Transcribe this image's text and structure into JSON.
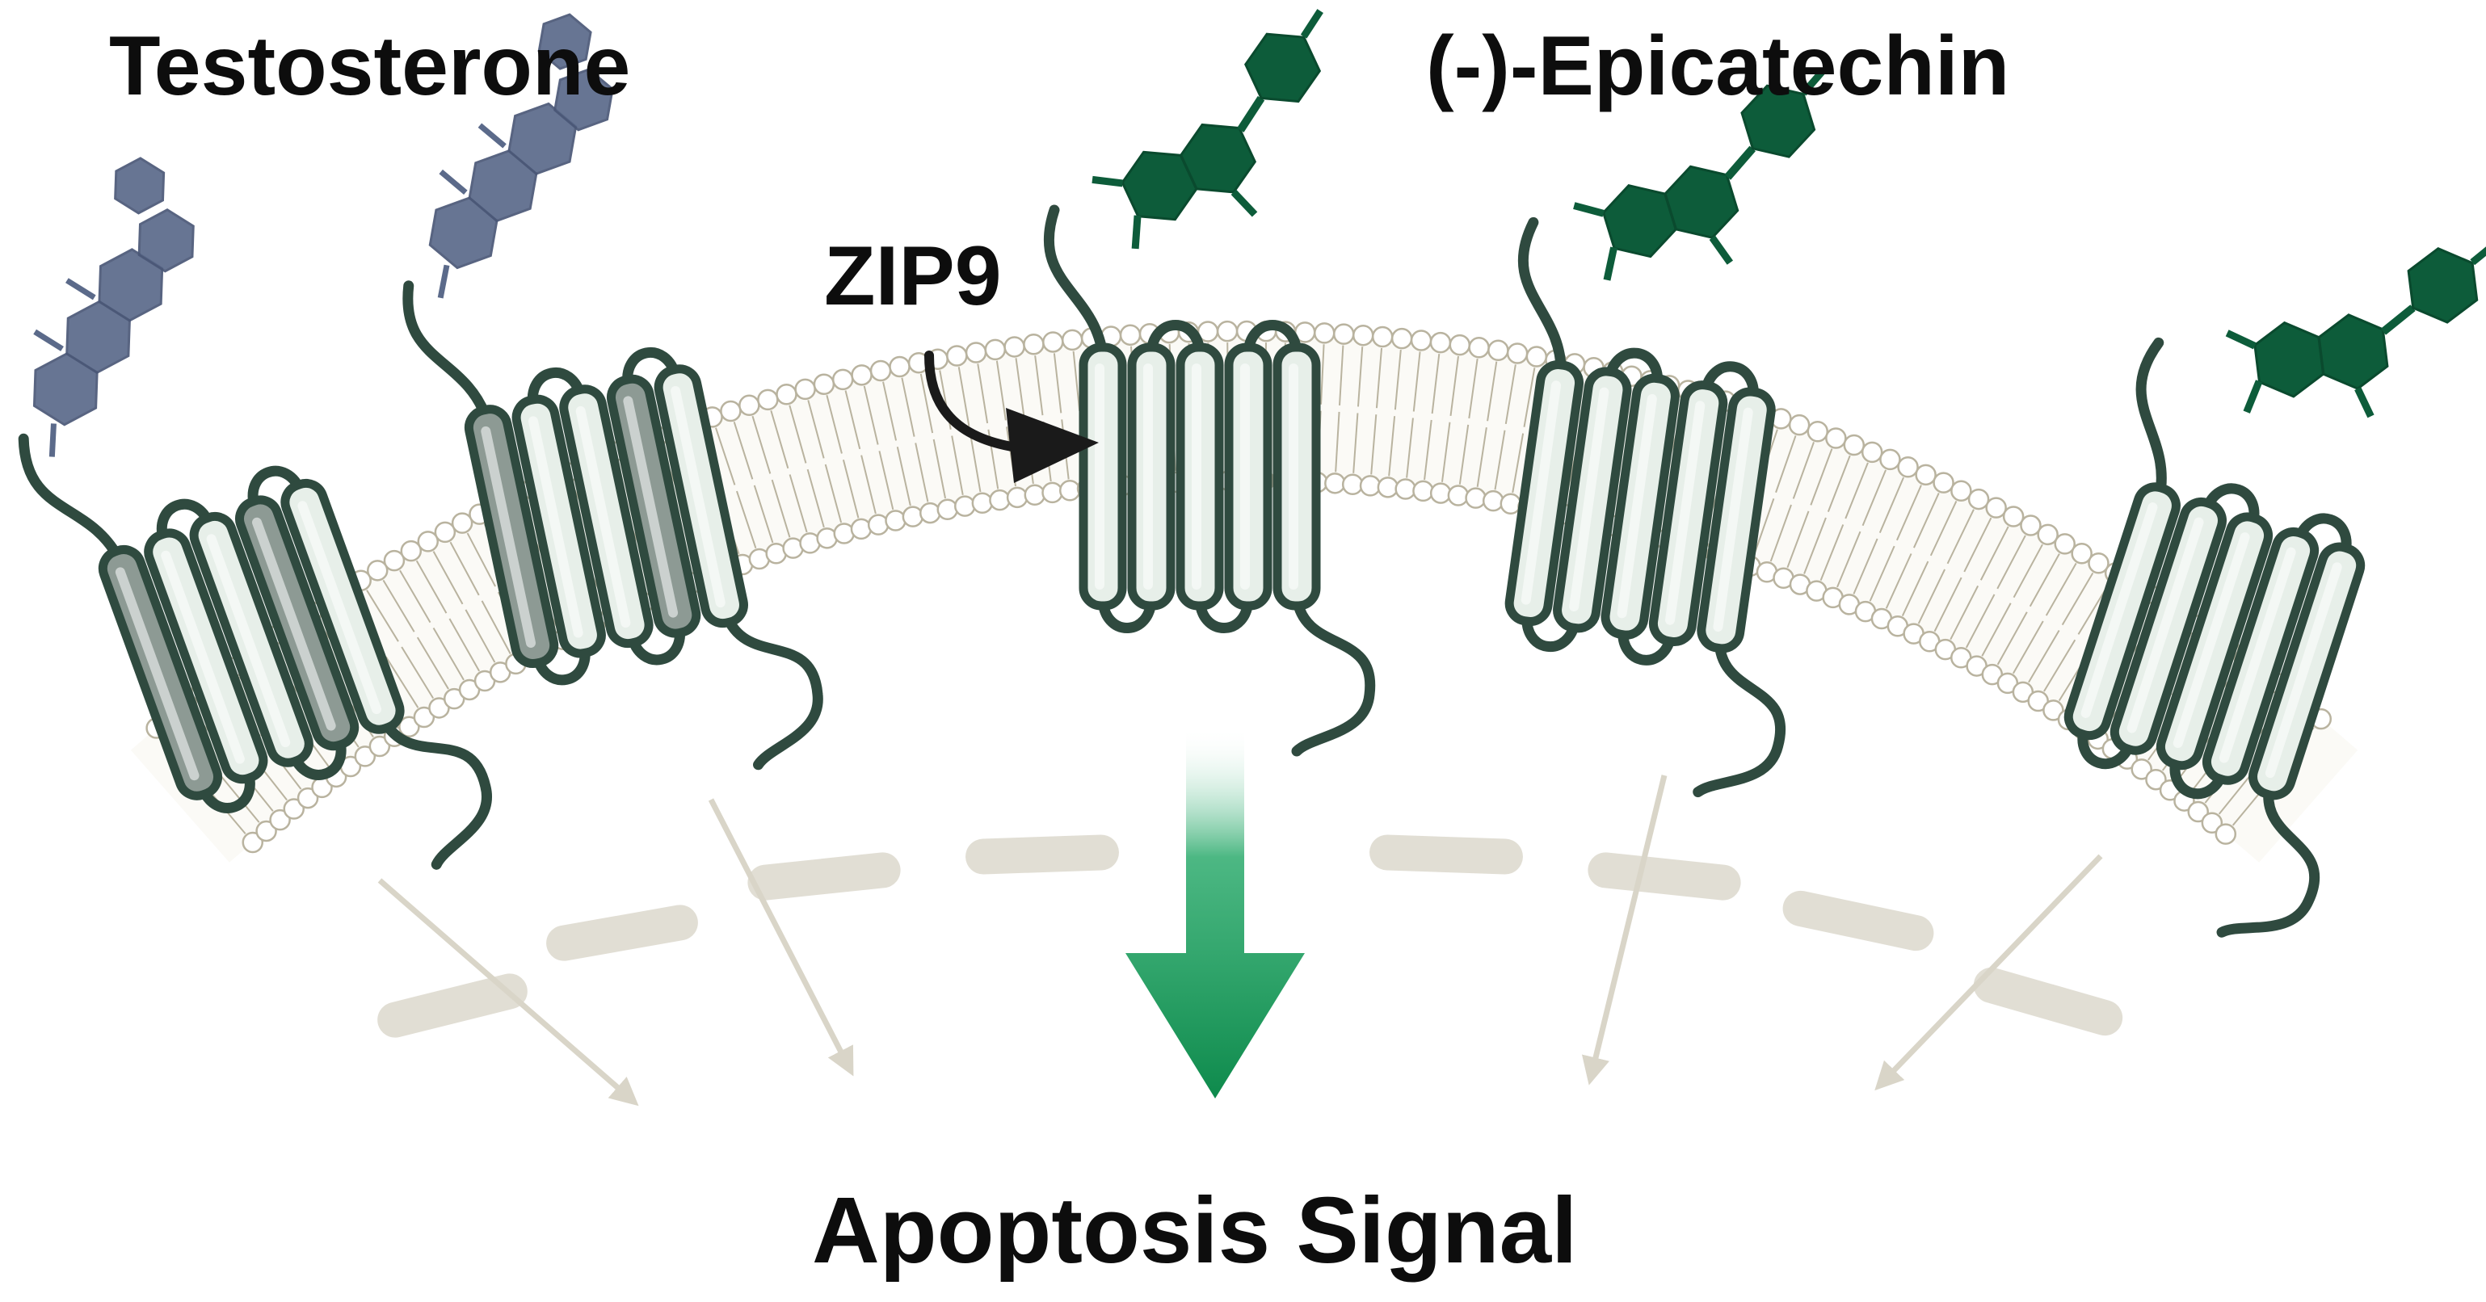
{
  "labels": {
    "testosterone": "Testosterone",
    "epicatechin": "(-)-Epicatechin",
    "zip9": "ZIP9",
    "apoptosis": "Apoptosis Signal"
  },
  "colors": {
    "testosterone_ligand": "#5b6a8a",
    "epicatechin_ligand": "#0d5c3a",
    "protein_outline": "#2f4a3f",
    "protein_fill": "#e7efe9",
    "protein_shade_grey": "#8d9a94",
    "membrane_head": "#ffffff",
    "membrane_stroke": "#b9b39f",
    "faded_signal": "#dcd8cc",
    "apoptosis_arrow": "#11a05a",
    "text": "#0d0d0d"
  },
  "receptors": [
    {
      "ligand": "testosterone",
      "shade": "grey"
    },
    {
      "ligand": "testosterone",
      "shade": "grey"
    },
    {
      "ligand": "epicatechin",
      "shade": "light"
    },
    {
      "ligand": "epicatechin",
      "shade": "light"
    },
    {
      "ligand": "epicatechin",
      "shade": "light"
    }
  ],
  "icons": {
    "zip9_pointer": "curved-arrow-icon",
    "apoptosis_arrow": "down-arrow-icon"
  }
}
